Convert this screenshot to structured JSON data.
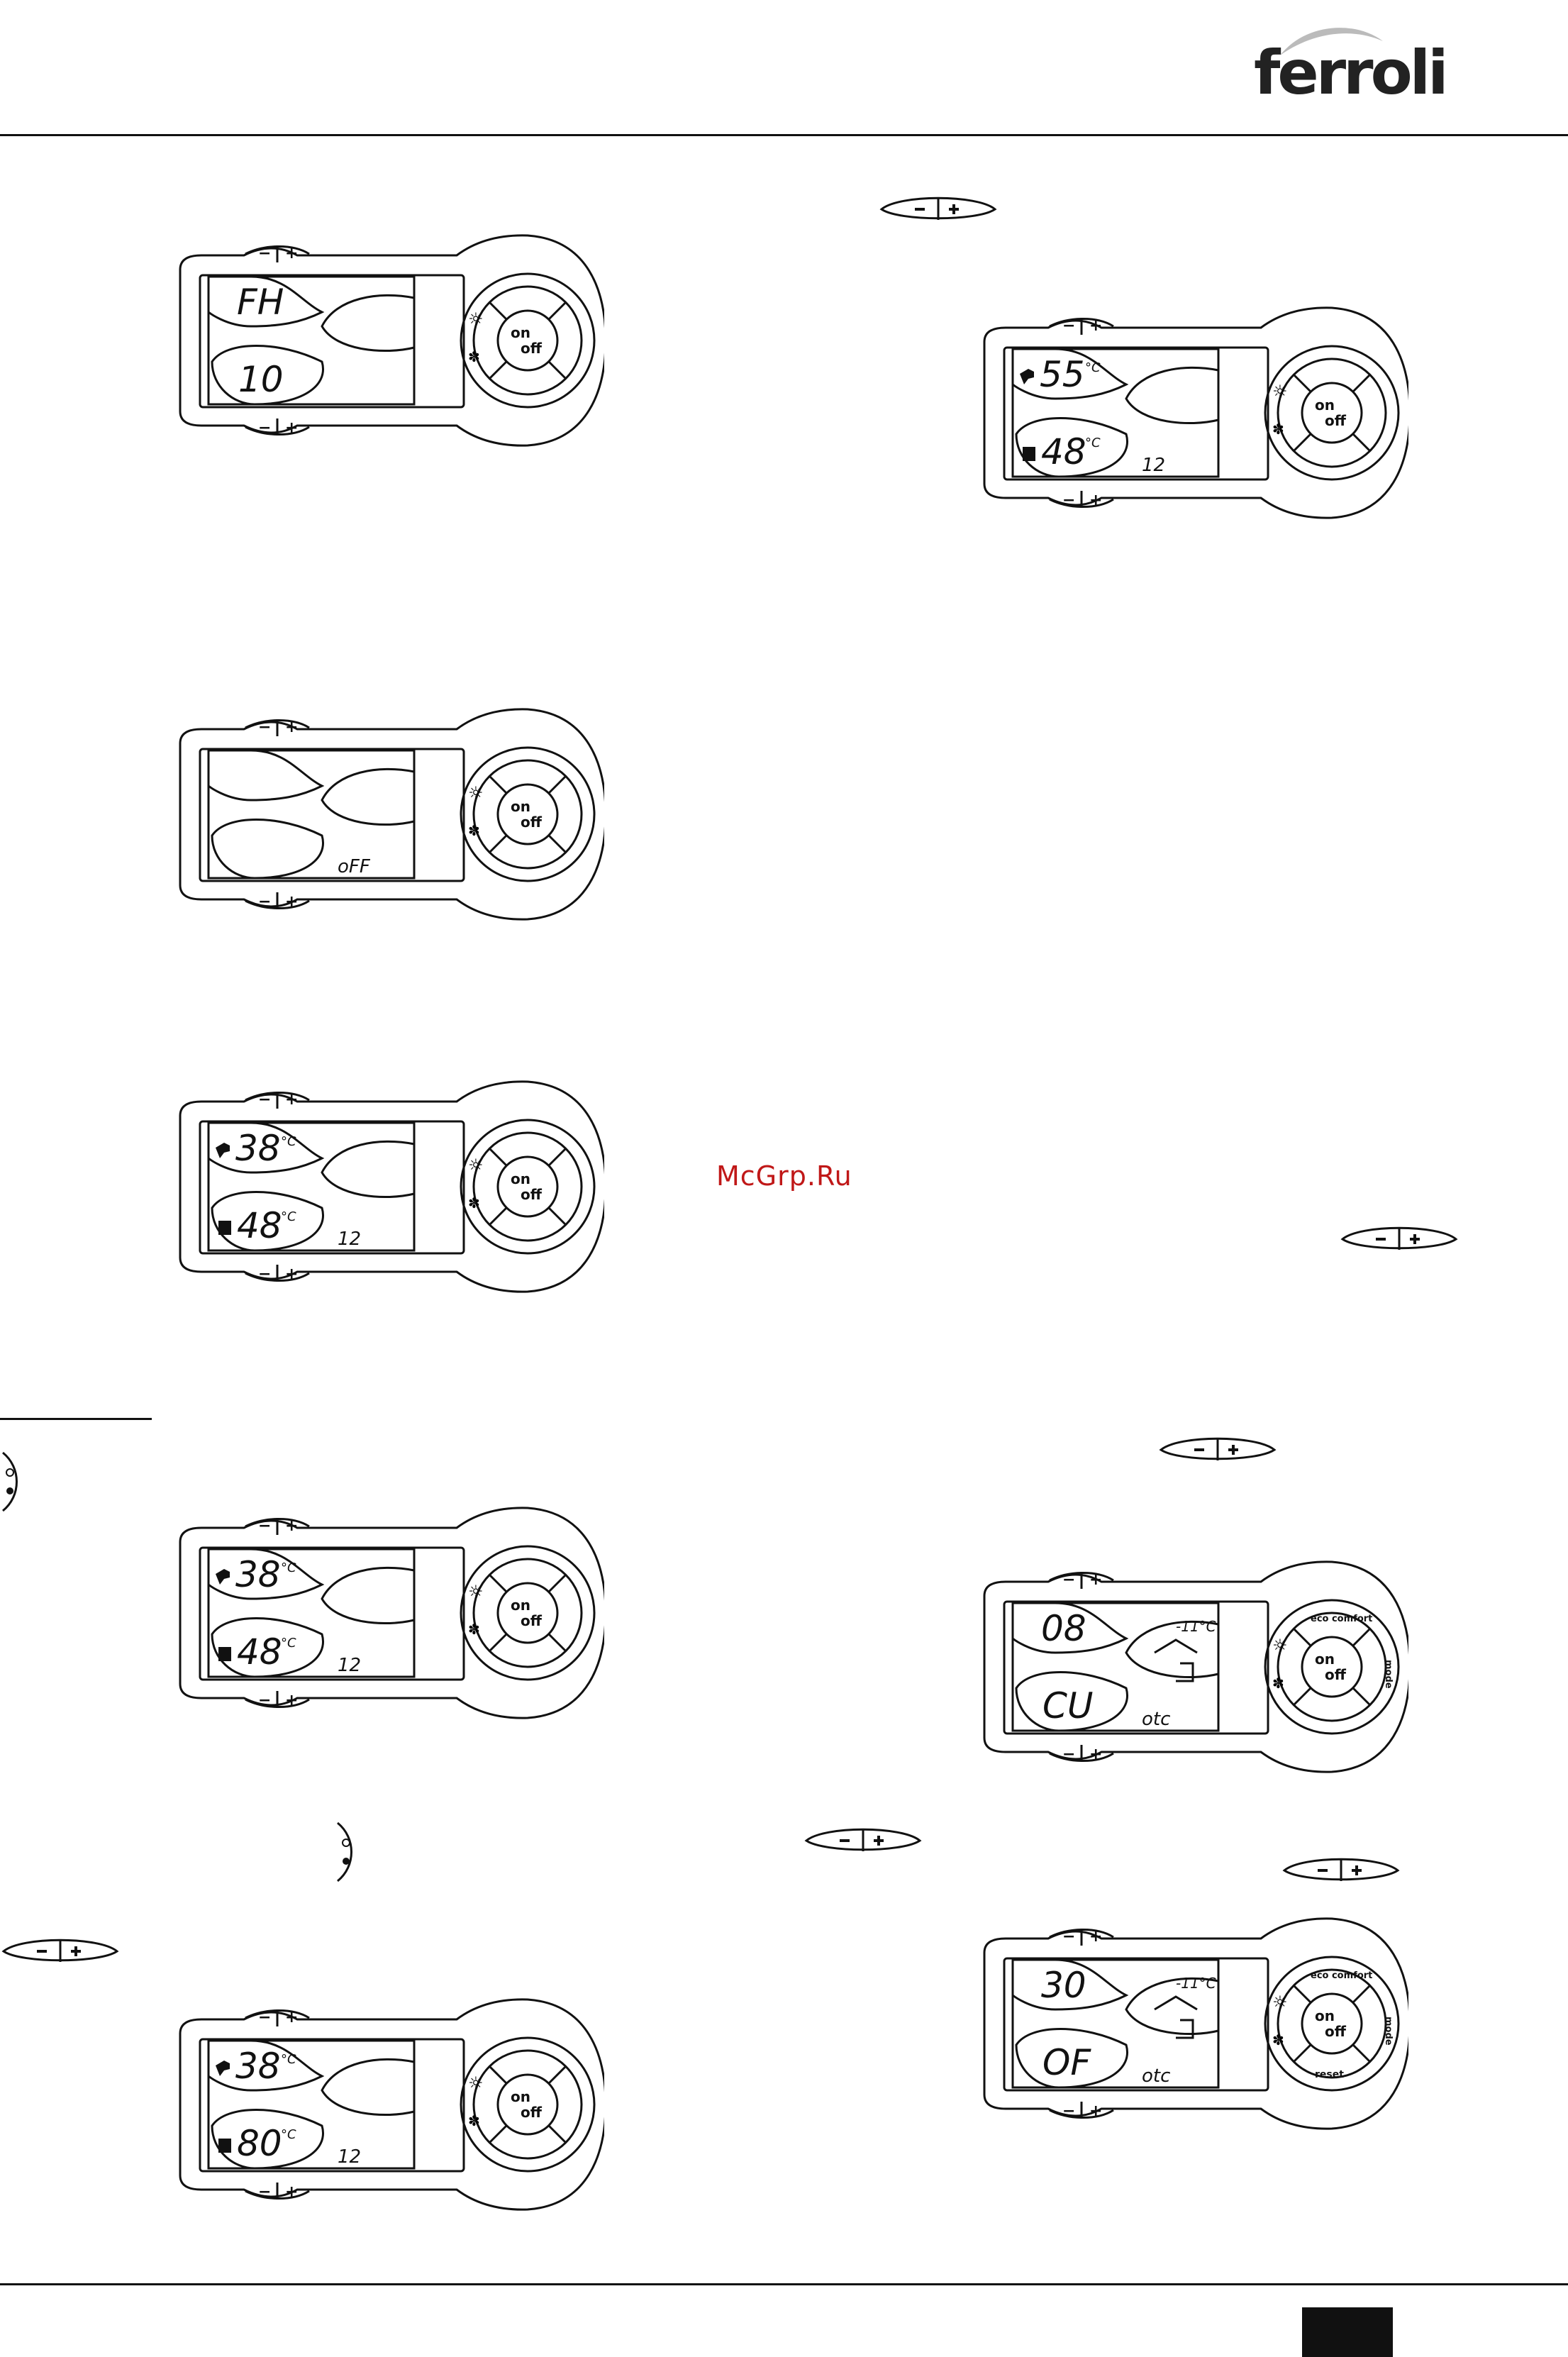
{
  "brand": {
    "logo_text": "ferroli"
  },
  "watermark": "McGrp.Ru",
  "page_number": "",
  "button": {
    "on": "on",
    "off": "off"
  },
  "keypad": {
    "minus": "−",
    "plus": "+"
  },
  "ring_labels": {
    "eco_comfort": "eco comfort",
    "mode": "mode",
    "reset": "reset"
  },
  "panels": [
    {
      "top": "FH",
      "bottom": "10",
      "side": ""
    },
    {
      "top": "",
      "bottom": "",
      "side": "oFF"
    },
    {
      "top": "38",
      "top_unit": "°C",
      "bottom": "48",
      "bottom_unit": "°C",
      "side": "12"
    },
    {
      "top": "38",
      "top_unit": "°C",
      "bottom": "48",
      "bottom_unit": "°C",
      "side": "12"
    },
    {
      "top": "38",
      "top_unit": "°C",
      "bottom": "80",
      "bottom_unit": "°C",
      "side": "12"
    },
    {
      "top": "55",
      "top_unit": "°C",
      "bottom": "48",
      "bottom_unit": "°C",
      "side": "12"
    },
    {
      "top": "08",
      "bottom": "CU",
      "side": "otc",
      "outdoor": "-11°C"
    },
    {
      "top": "30",
      "bottom": "OF",
      "side": "otc",
      "outdoor": "-11°C"
    }
  ]
}
